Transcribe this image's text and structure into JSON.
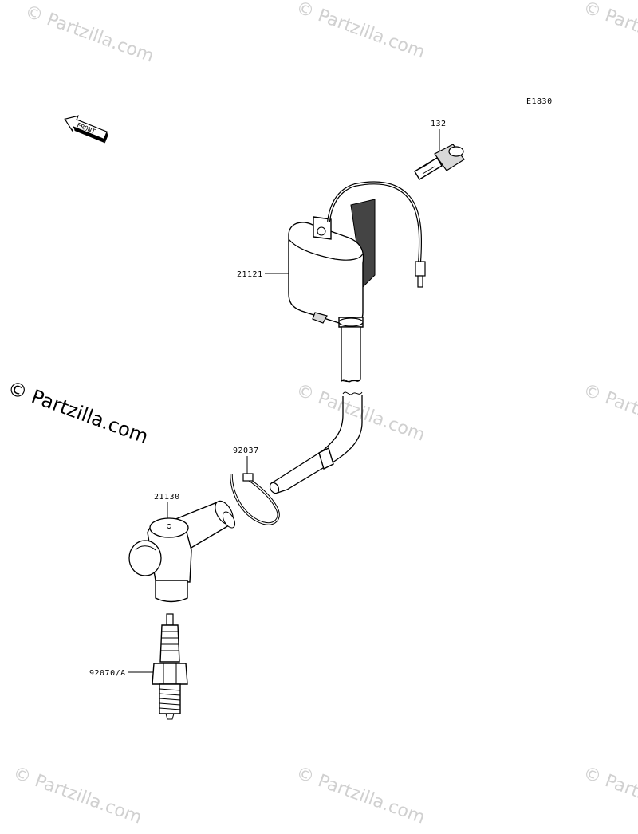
{
  "diagram": {
    "code": "E1830",
    "front_label": "FRONT",
    "parts": [
      {
        "id": "bolt",
        "number": "132"
      },
      {
        "id": "ignition-coil",
        "number": "21121"
      },
      {
        "id": "clamp",
        "number": "92037"
      },
      {
        "id": "plug-cap",
        "number": "21130"
      },
      {
        "id": "spark-plug",
        "number": "92070/A"
      }
    ]
  },
  "watermark": {
    "text": "© Partzilla.com",
    "faint_text": "© Partzilla.com",
    "color": "#d0d0d0"
  }
}
